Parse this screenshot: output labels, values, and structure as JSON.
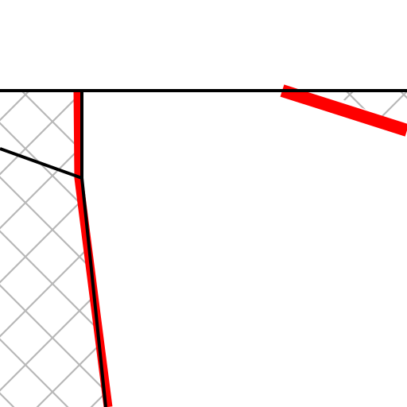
{
  "map": {
    "background_color": "#ffffff",
    "hatch_color": "#b8b8b8",
    "boundary_color": "#000000",
    "route_color": "#ff0000",
    "layers": [
      {
        "name": "hatched-area",
        "icon": "diagonal-crosshatch-pattern"
      },
      {
        "name": "boundary-lines",
        "icon": "black-line"
      },
      {
        "name": "highlighted-route",
        "icon": "red-line"
      }
    ]
  }
}
